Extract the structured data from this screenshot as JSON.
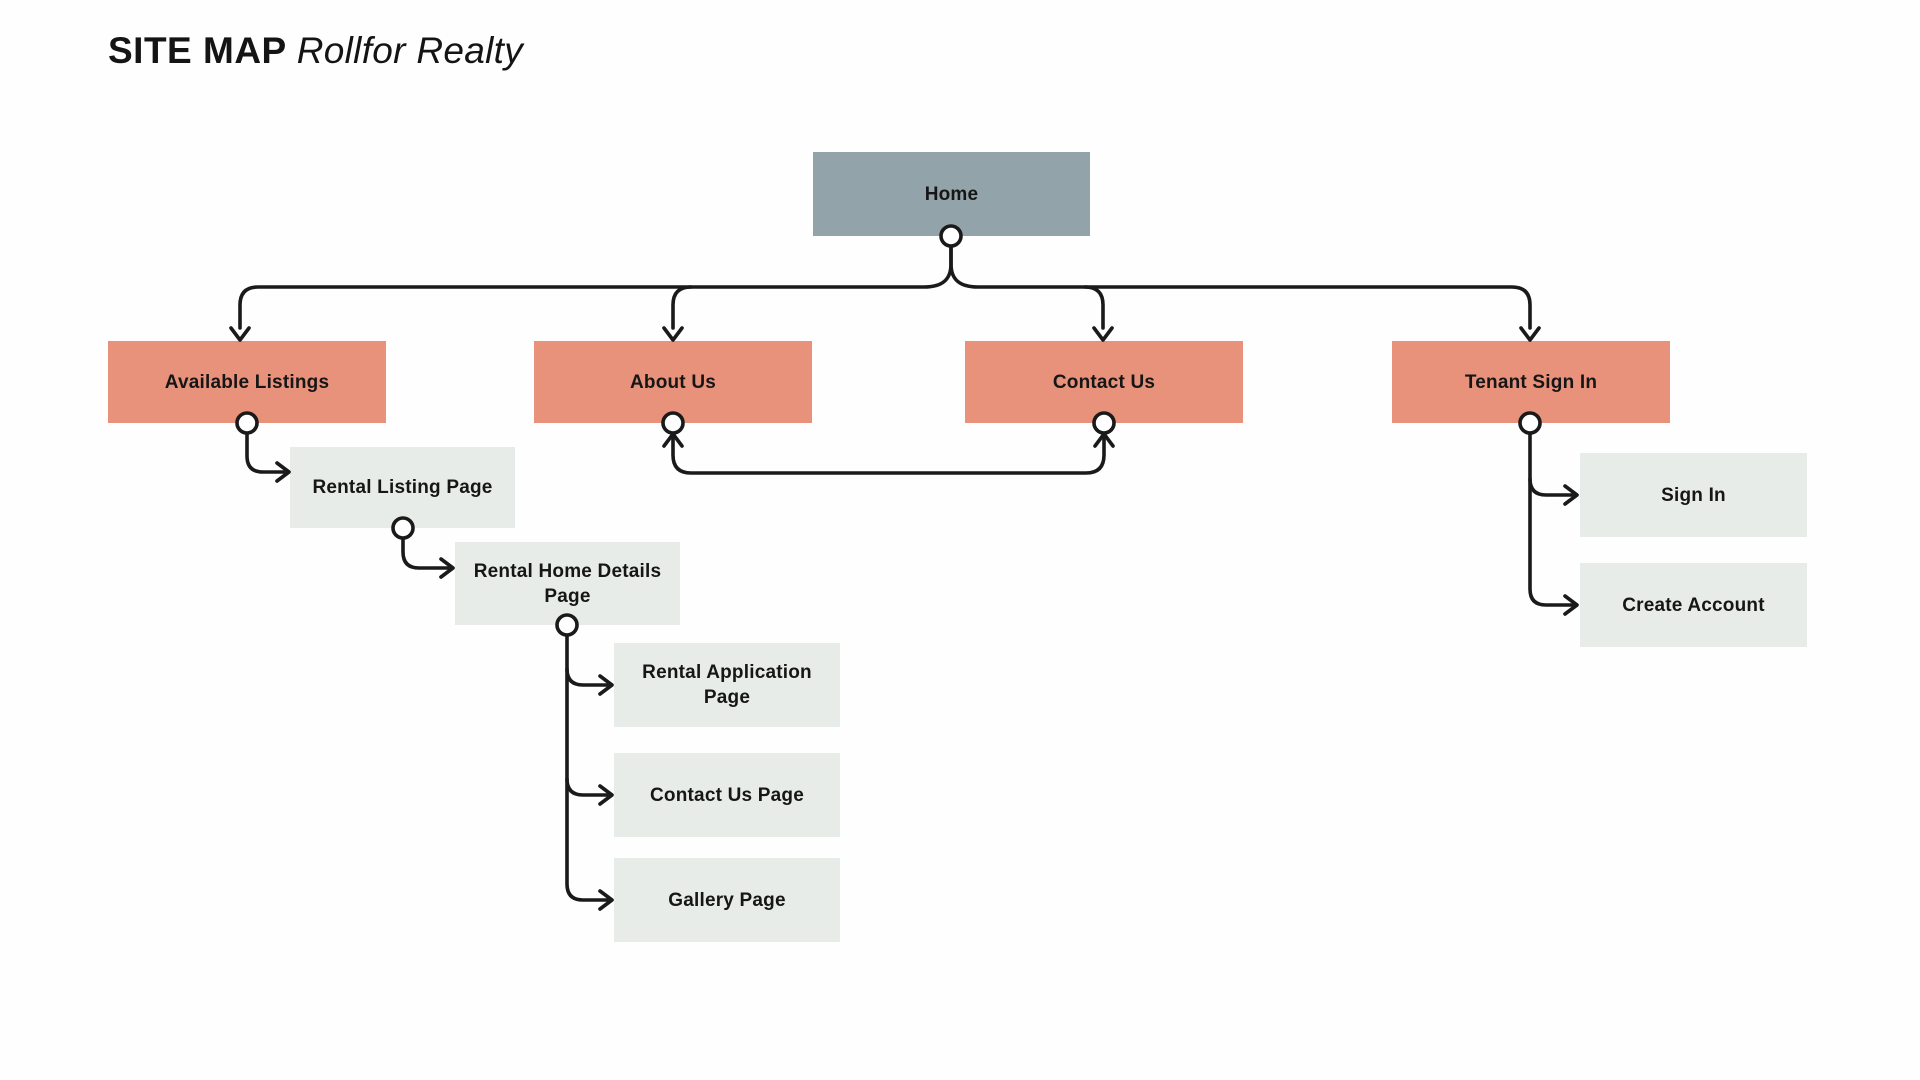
{
  "header": {
    "title": "SITE MAP",
    "subtitle": "Rollfor Realty"
  },
  "palette": {
    "home_fill": "#93a3aa",
    "section_fill": "#e8917b",
    "page_fill": "#e8ece8",
    "connector_color": "#1a1a1a",
    "text_color": "#161616",
    "background": "#ffffff"
  },
  "nodes": {
    "home": {
      "label": "Home",
      "level": "root"
    },
    "available_listings": {
      "label": "Available Listings",
      "level": "section"
    },
    "about_us": {
      "label": "About Us",
      "level": "section"
    },
    "contact_us": {
      "label": "Contact Us",
      "level": "section"
    },
    "tenant_sign_in": {
      "label": "Tenant Sign In",
      "level": "section"
    },
    "rental_listing_page": {
      "label": "Rental Listing Page",
      "level": "page"
    },
    "rental_home_details_page": {
      "label": "Rental Home Details Page",
      "level": "page"
    },
    "rental_application_page": {
      "label": "Rental Application Page",
      "level": "page"
    },
    "contact_us_page": {
      "label": "Contact Us Page",
      "level": "page"
    },
    "gallery_page": {
      "label": "Gallery Page",
      "level": "page"
    },
    "sign_in": {
      "label": "Sign In",
      "level": "page"
    },
    "create_account": {
      "label": "Create Account",
      "level": "page"
    }
  },
  "edges": [
    "Home -> Available Listings",
    "Home -> About Us",
    "Home -> Contact Us",
    "Home -> Tenant Sign In",
    "About Us <-> Contact Us",
    "Available Listings -> Rental Listing Page",
    "Rental Listing Page -> Rental Home Details Page",
    "Rental Home Details Page -> Rental Application Page",
    "Rental Home Details Page -> Contact Us Page",
    "Rental Home Details Page -> Gallery Page",
    "Tenant Sign In -> Sign In",
    "Tenant Sign In -> Create Account"
  ]
}
